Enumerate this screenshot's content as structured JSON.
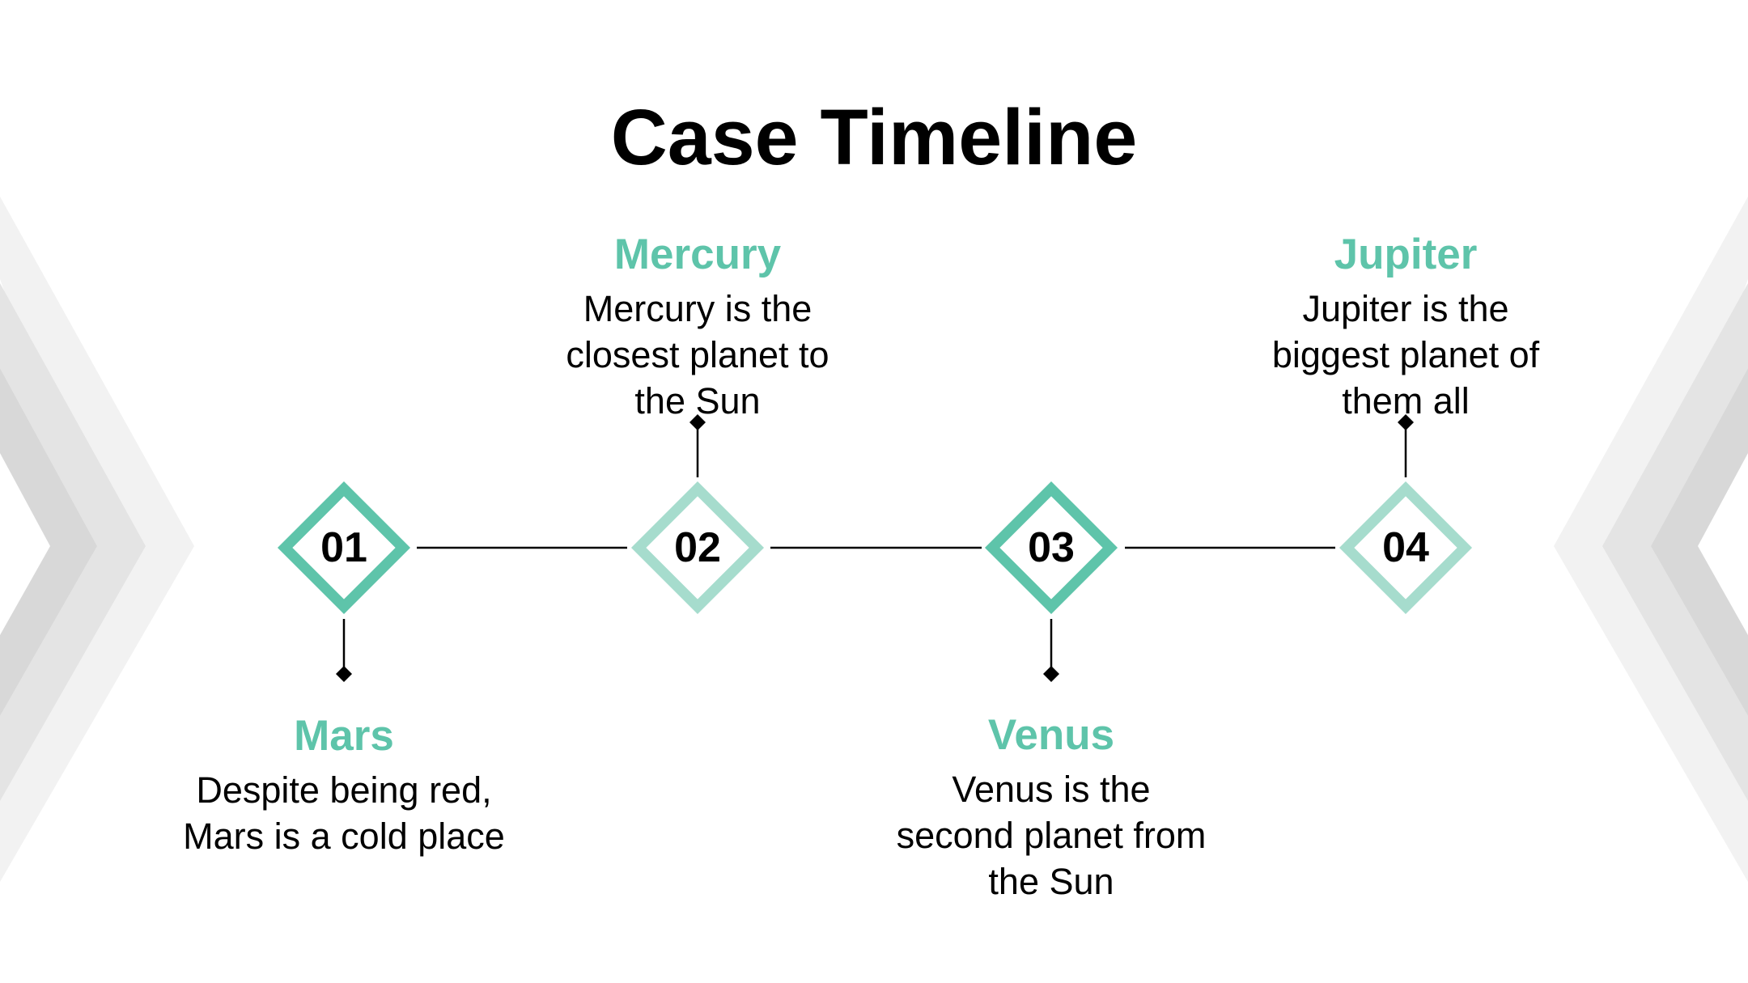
{
  "slide": {
    "title": "Case Timeline"
  },
  "colors": {
    "accent": "#5ec4aa",
    "accent_light": "#a6dccd",
    "chevron_light": "#f2f2f2",
    "chevron_mid": "#e4e4e4",
    "chevron_dark": "#d8d8d8",
    "text": "#000000"
  },
  "timeline": {
    "items": [
      {
        "number": "01",
        "name": "Mars",
        "description_lines": [
          "Despite being red,",
          "Mars is a cold place"
        ]
      },
      {
        "number": "02",
        "name": "Mercury",
        "description_lines": [
          "Mercury is the",
          "closest planet to",
          "the Sun"
        ]
      },
      {
        "number": "03",
        "name": "Venus",
        "description_lines": [
          "Venus is the",
          "second planet from",
          "the Sun"
        ]
      },
      {
        "number": "04",
        "name": "Jupiter",
        "description_lines": [
          "Jupiter is the",
          "biggest planet of",
          "them all"
        ]
      }
    ]
  }
}
